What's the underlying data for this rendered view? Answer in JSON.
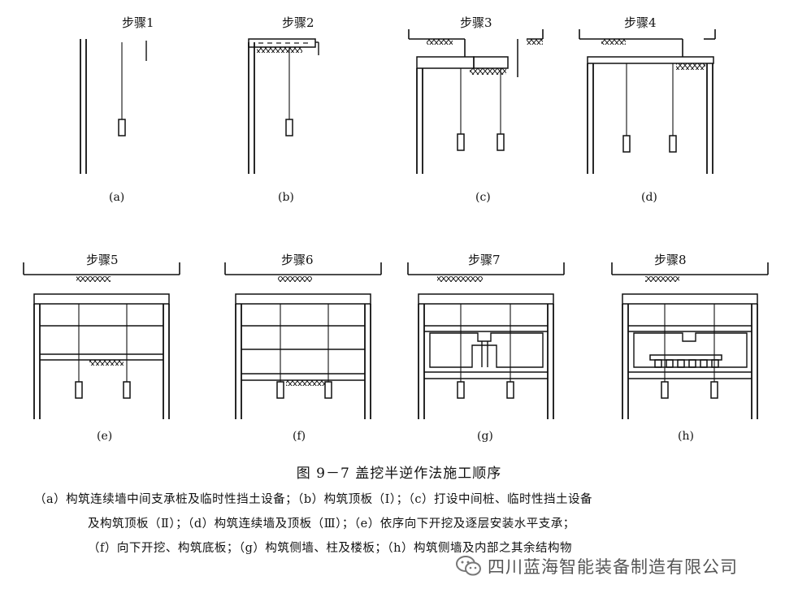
{
  "panels": [
    {
      "step": "步骤1",
      "label": "(a)"
    },
    {
      "step": "步骤2",
      "label": "(b)"
    },
    {
      "step": "步骤3",
      "label": "(c)"
    },
    {
      "step": "步骤4",
      "label": "(d)"
    },
    {
      "step": "步骤5",
      "label": "(e)"
    },
    {
      "step": "步骤6",
      "label": "(f)"
    },
    {
      "step": "步骤7",
      "label": "(g)"
    },
    {
      "step": "步骤8",
      "label": "(h)"
    }
  ],
  "figure_title": "图 9－7  盖挖半逆作法施工顺序",
  "caption_lines": [
    "（a）构筑连续墙中间支承桩及临时性挡土设备；（b）构筑顶板（Ⅰ）；（c）打设中间桩、临时性挡土设备",
    "及构筑顶板（Ⅱ）；（d）构筑连续墙及顶板（Ⅲ）；（e）依序向下开挖及逐层安装水平支承；",
    "（f）向下开挖、构筑底板；（g）构筑侧墙、柱及楼板；（h）构筑侧墙及内部之其余结构物"
  ],
  "watermark": {
    "text": "四川蓝海智能装备制造有限公司",
    "icon": "wechat-icon"
  }
}
